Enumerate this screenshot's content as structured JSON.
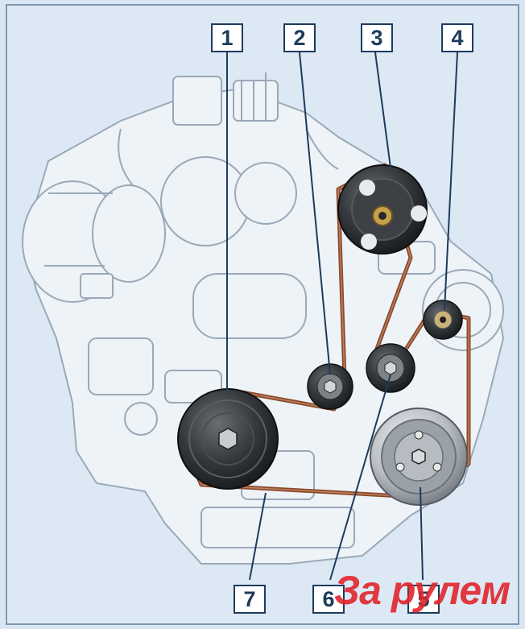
{
  "callouts": {
    "c1": "1",
    "c2": "2",
    "c3": "3",
    "c4": "4",
    "c5": "5",
    "c6": "6",
    "c7": "7"
  },
  "watermark": "За рулем",
  "colors": {
    "background": "#d9e6f2",
    "engine_outline": "#9aa9b8",
    "engine_fill": "#eef3f8",
    "belt": "#8a4a2a",
    "label_border": "#1d3b5c",
    "pulley_dark": "#2f3236",
    "watermark": "#e2242b"
  }
}
